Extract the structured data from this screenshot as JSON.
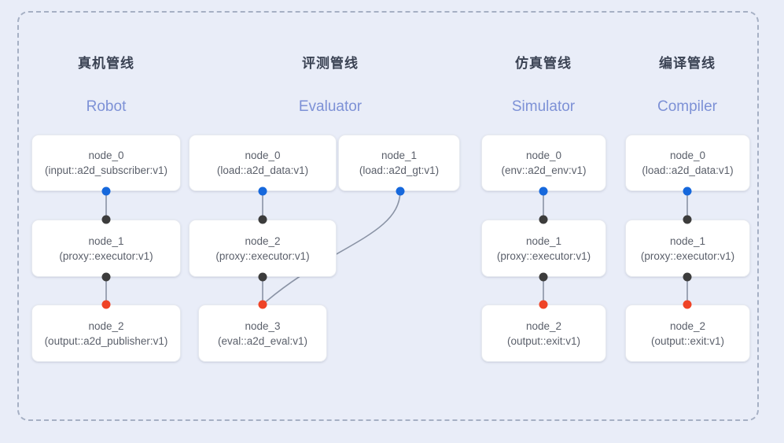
{
  "diagram": {
    "background_color": "#e9edf8",
    "frame_border_color": "#a6b0c4",
    "port_colors": {
      "output_blue": "#1668dc",
      "link_black": "#3c3c3c",
      "input_red": "#ef4326"
    },
    "edge_color": "#8a93a5"
  },
  "columns": [
    {
      "title": "真机管线",
      "subtitle": "Robot",
      "nodes": [
        {
          "name": "node_0",
          "spec": "(input::a2d_subscriber:v1)"
        },
        {
          "name": "node_1",
          "spec": "(proxy::executor:v1)"
        },
        {
          "name": "node_2",
          "spec": "(output::a2d_publisher:v1)"
        }
      ]
    },
    {
      "title": "评测管线",
      "subtitle": "Evaluator",
      "nodes": [
        {
          "name": "node_0",
          "spec": "(load::a2d_data:v1)"
        },
        {
          "name": "node_1",
          "spec": "(load::a2d_gt:v1)"
        },
        {
          "name": "node_2",
          "spec": "(proxy::executor:v1)"
        },
        {
          "name": "node_3",
          "spec": "(eval::a2d_eval:v1)"
        }
      ]
    },
    {
      "title": "仿真管线",
      "subtitle": "Simulator",
      "nodes": [
        {
          "name": "node_0",
          "spec": "(env::a2d_env:v1)"
        },
        {
          "name": "node_1",
          "spec": "(proxy::executor:v1)"
        },
        {
          "name": "node_2",
          "spec": "(output::exit:v1)"
        }
      ]
    },
    {
      "title": "编译管线",
      "subtitle": "Compiler",
      "nodes": [
        {
          "name": "node_0",
          "spec": "(load::a2d_data:v1)"
        },
        {
          "name": "node_1",
          "spec": "(proxy::executor:v1)"
        },
        {
          "name": "node_2",
          "spec": "(output::exit:v1)"
        }
      ]
    }
  ]
}
